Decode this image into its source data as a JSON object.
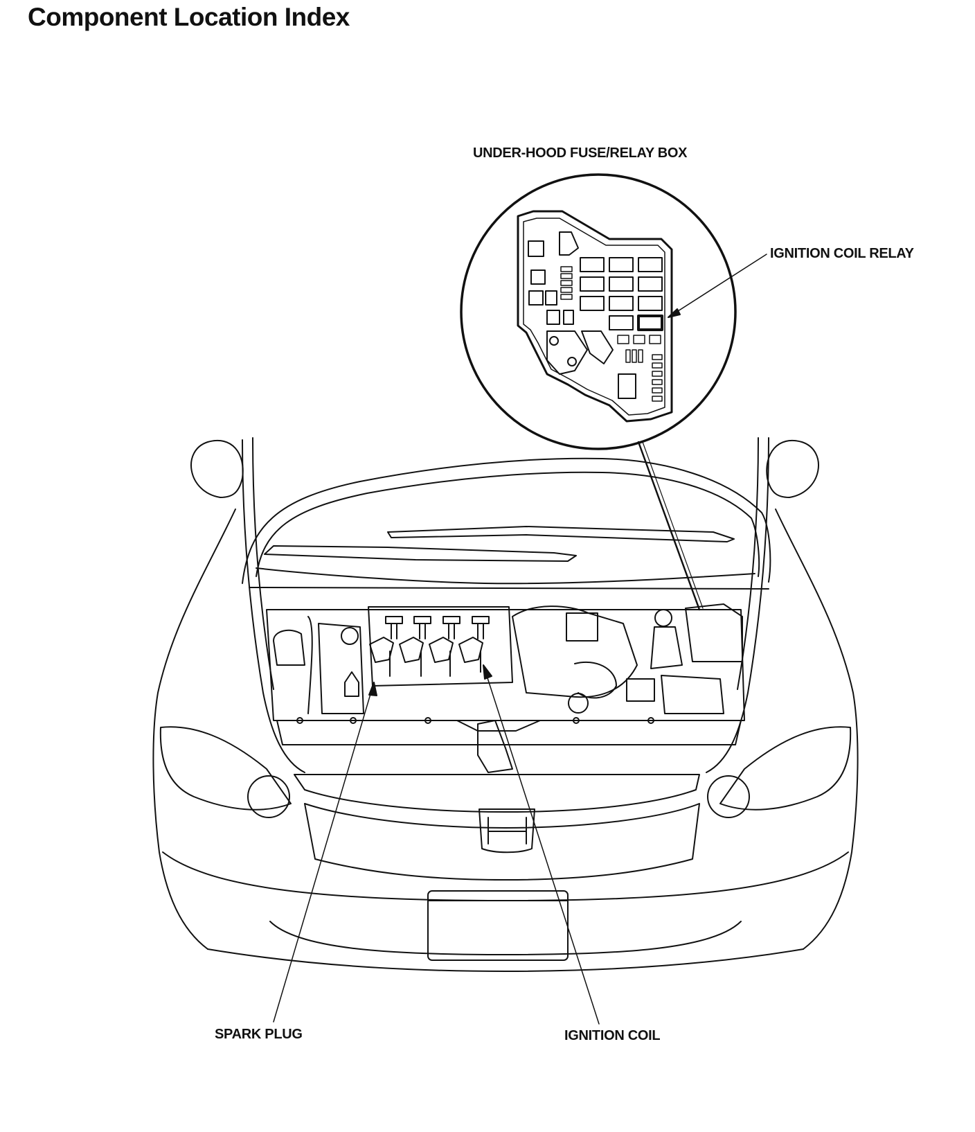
{
  "page": {
    "title": "Component Location Index"
  },
  "callouts": {
    "fuse_box": "UNDER-HOOD FUSE/RELAY BOX",
    "ignition_coil_relay": "IGNITION COIL RELAY",
    "spark_plug": "SPARK PLUG",
    "ignition_coil": "IGNITION COIL"
  },
  "colors": {
    "ink": "#111111",
    "background": "#ffffff"
  }
}
